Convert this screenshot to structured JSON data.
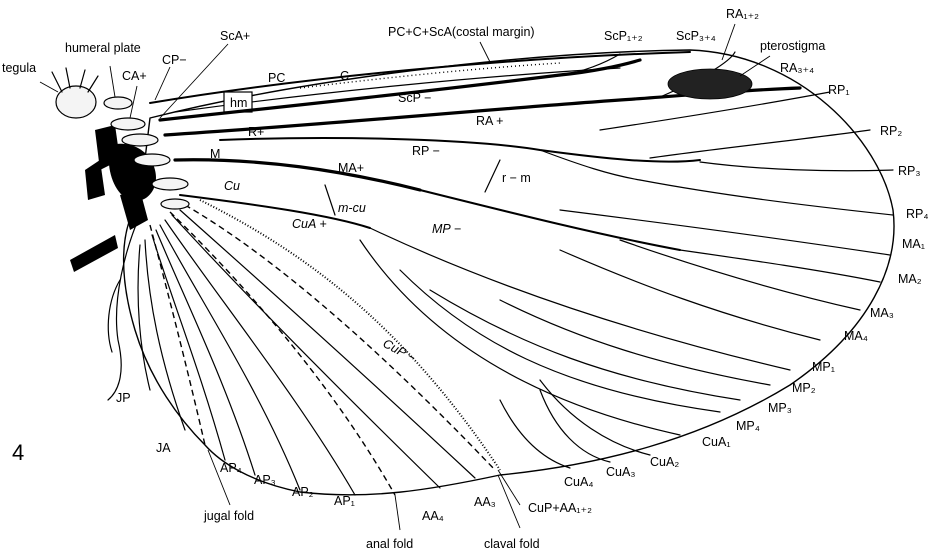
{
  "figure_number": "4",
  "labels": {
    "tegula": "tegula",
    "humeral_plate": "humeral plate",
    "ca_plus": "CA+",
    "cp_minus": "CP−",
    "sca_plus": "ScA+",
    "pc": "PC",
    "c": "C",
    "costal_margin": "PC+C+ScA(costal margin)",
    "scp12": "ScP₁₊₂",
    "scp34": "ScP₃₊₄",
    "ra12": "RA₁₊₂",
    "pterostigma": "pterostigma",
    "ra34": "RA₃₊₄",
    "hm": "hm",
    "scp_minus": "ScP −",
    "r_plus": "R+",
    "ra_plus": "RA +",
    "rp_minus": "RP −",
    "m": "M",
    "ma_plus": "MA+",
    "r_m": "r − m",
    "cu": "Cu",
    "m_cu": "m-cu",
    "cua_plus": "CuA +",
    "mp_minus": "MP −",
    "cup_minus": "CuP −",
    "rp1": "RP₁",
    "rp2": "RP₂",
    "rp3": "RP₃",
    "rp4": "RP₄",
    "ma1": "MA₁",
    "ma2": "MA₂",
    "ma3": "MA₃",
    "ma4": "MA₄",
    "mp1": "MP₁",
    "mp2": "MP₂",
    "mp3": "MP₃",
    "mp4": "MP₄",
    "cua1": "CuA₁",
    "cua2": "CuA₂",
    "cua3": "CuA₃",
    "cua4": "CuA₄",
    "cup_aa12": "CuP+AA₁₊₂",
    "aa3": "AA₃",
    "aa4": "AA₄",
    "ap1": "AP₁",
    "ap2": "AP₂",
    "ap3": "AP₃",
    "ap4": "AP₄",
    "ja": "JA",
    "jp": "JP",
    "jugal_fold": "jugal fold",
    "anal_fold": "anal fold",
    "claval_fold": "claval fold"
  }
}
